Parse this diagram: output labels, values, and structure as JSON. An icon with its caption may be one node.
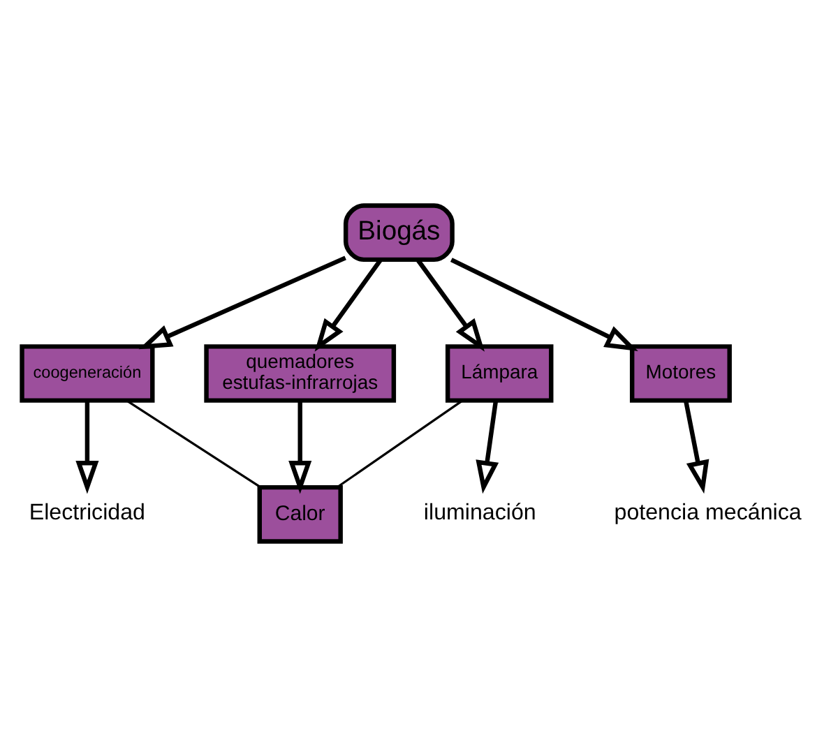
{
  "diagram": {
    "nodes": [
      {
        "text": [
          "Biogás"
        ]
      },
      {
        "text": [
          "coogeneración"
        ]
      },
      {
        "text": [
          "quemadores",
          "estufas-infrarrojas"
        ]
      },
      {
        "text": [
          "Lámpara"
        ]
      },
      {
        "text": [
          "Motores"
        ]
      },
      {
        "text": [
          "Calor"
        ]
      },
      {
        "text": [
          "Electricidad"
        ]
      },
      {
        "text": [
          "iluminación"
        ]
      },
      {
        "text": [
          "potencia mecánica"
        ]
      }
    ],
    "edges": [
      {
        "from": 0,
        "to": 1,
        "arrow": "to"
      },
      {
        "from": 0,
        "to": 2,
        "arrow": "to"
      },
      {
        "from": 0,
        "to": 3,
        "arrow": "to"
      },
      {
        "from": 0,
        "to": 4,
        "arrow": "to"
      },
      {
        "from": 1,
        "to": 6,
        "arrow": "to"
      },
      {
        "from": 1,
        "to": 5,
        "arrow": "none"
      },
      {
        "from": 2,
        "to": 5,
        "arrow": "to"
      },
      {
        "from": 3,
        "to": 5,
        "arrow": "none"
      },
      {
        "from": 3,
        "to": 7,
        "arrow": "to"
      },
      {
        "from": 4,
        "to": 8,
        "arrow": "to"
      }
    ]
  }
}
